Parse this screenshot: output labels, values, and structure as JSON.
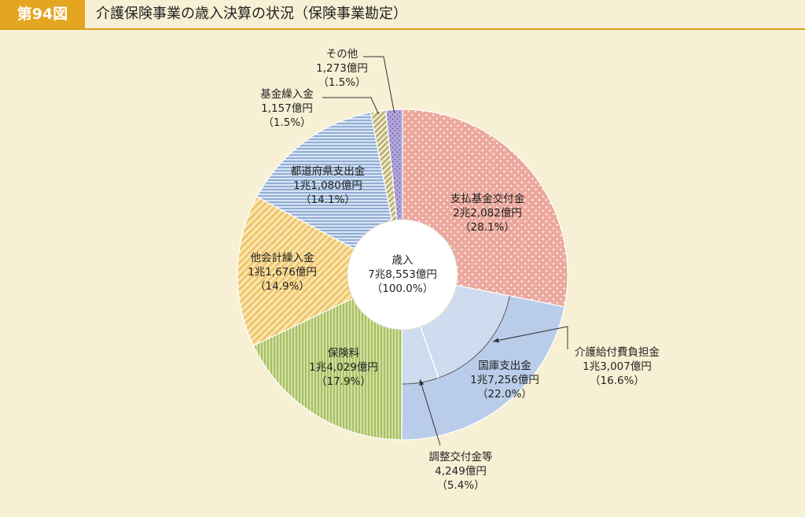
{
  "header": {
    "figure_number": "第94図",
    "title": "介護保険事業の歳入決算の状況（保険事業勘定）"
  },
  "chart_data": {
    "type": "pie",
    "variant": "donut-with-sub-breakdown",
    "title": "介護保険事業の歳入決算の状況（保険事業勘定）",
    "center": {
      "label": "歳入",
      "amount": "7兆8,553億円",
      "percent": "（100.0%）",
      "value_oku_yen": 78553
    },
    "slices": [
      {
        "name": "支払基金交付金",
        "amount": "2兆2,082億円",
        "percent_label": "（28.1%）",
        "value": 22082,
        "percent": 28.1,
        "color": "#eba89c",
        "pattern": "dots-white"
      },
      {
        "name": "国庫支出金",
        "amount": "1兆7,256億円",
        "percent_label": "（22.0%）",
        "value": 17256,
        "percent": 22.0,
        "color": "#b9cdea",
        "pattern": "solid"
      },
      {
        "name": "保険料",
        "amount": "1兆4,029億円",
        "percent_label": "（17.9%）",
        "value": 14029,
        "percent": 17.9,
        "color": "#bcd282",
        "pattern": "vertical-stripes"
      },
      {
        "name": "他会計繰入金",
        "amount": "1兆1,676億円",
        "percent_label": "（14.9%）",
        "value": 11676,
        "percent": 14.9,
        "color": "#f3ce7c",
        "pattern": "diagonal-stripes"
      },
      {
        "name": "都道府県支出金",
        "amount": "1兆1,080億円",
        "percent_label": "（14.1%）",
        "value": 11080,
        "percent": 14.1,
        "color": "#aac2e0",
        "pattern": "horizontal-stripes"
      },
      {
        "name": "基金繰入金",
        "amount": "1,157億円",
        "percent_label": "（1.5%）",
        "value": 1157,
        "percent": 1.5,
        "color": "#d6cf9e",
        "pattern": "diagonal-stripes"
      },
      {
        "name": "その他",
        "amount": "1,273億円",
        "percent_label": "（1.5%）",
        "value": 1273,
        "percent": 1.5,
        "color": "#b0a3d6",
        "pattern": "dots-dark"
      }
    ],
    "sub_breakdown": {
      "parent": "国庫支出金",
      "items": [
        {
          "name": "介護給付費負担金",
          "amount": "1兆3,007億円",
          "percent_label": "（16.6%）",
          "value": 13007,
          "percent": 16.6,
          "color": "#cfdcf0"
        },
        {
          "name": "調整交付金等",
          "amount": "4,249億円",
          "percent_label": "（5.4%）",
          "value": 4249,
          "percent": 5.4,
          "color": "#dde7f5"
        }
      ]
    }
  }
}
